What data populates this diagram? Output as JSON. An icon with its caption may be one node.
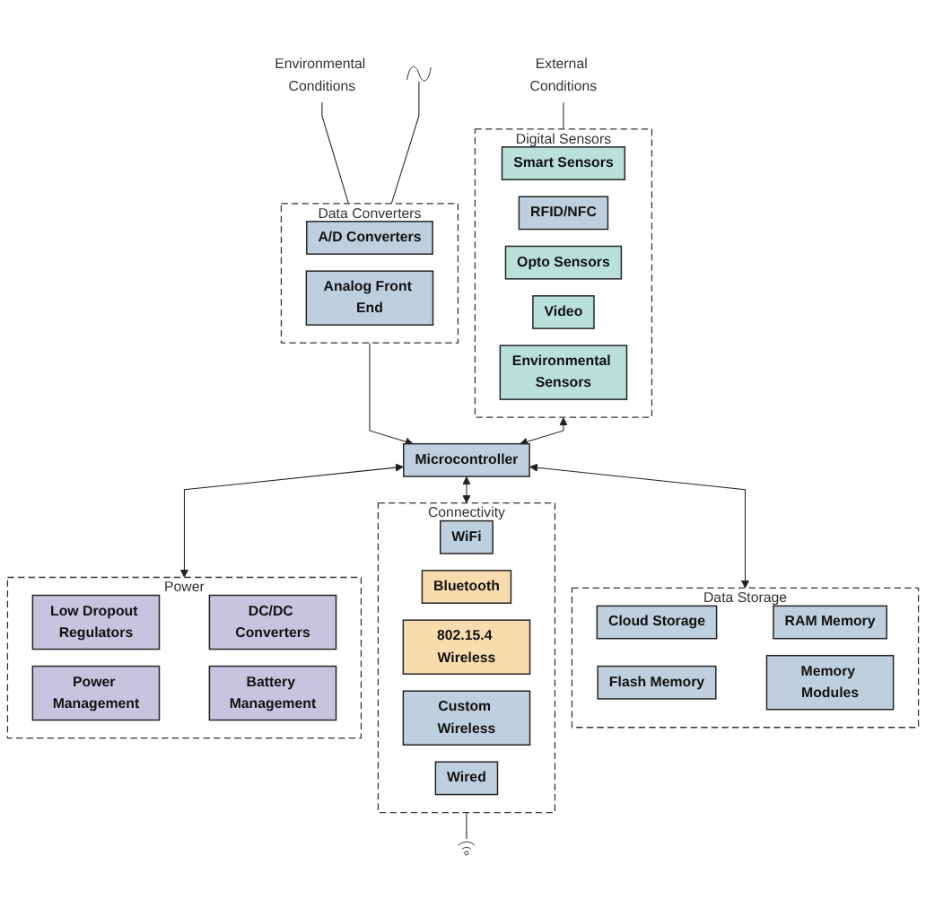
{
  "diagram": {
    "nodes": [
      {
        "text": [
          "External Conditions"
        ]
      },
      {
        "text": [
          "Environmental Conditions"
        ]
      },
      {
        "text": [],
        "shape": "picture"
      },
      {
        "text": [
          "Digital Sensors"
        ]
      },
      {
        "text": [
          "Smart Sensors"
        ],
        "in": 3
      },
      {
        "text": [
          "RFID/NFC"
        ],
        "in": 3
      },
      {
        "text": [
          "Opto Sensors"
        ],
        "in": 3
      },
      {
        "text": [
          "Video"
        ],
        "in": 3
      },
      {
        "text": [
          "Environmental Sensors"
        ],
        "in": 3
      },
      {
        "text": [
          "Data Converters"
        ]
      },
      {
        "text": [
          "A/D Converters"
        ],
        "in": 9
      },
      {
        "text": [
          "Analog Front End"
        ],
        "in": 9
      },
      {
        "text": [
          "Data Storage"
        ]
      },
      {
        "text": [
          "Cloud Storage"
        ],
        "in": 12
      },
      {
        "text": [
          "RAM Memory"
        ],
        "in": 12
      },
      {
        "text": [
          "Flash Memory"
        ],
        "in": 12
      },
      {
        "text": [
          "Memory Modules"
        ],
        "in": 12
      },
      {
        "text": [
          "Microcontroller"
        ]
      },
      {
        "text": [
          "Connectivity"
        ]
      },
      {
        "text": [
          "WiFi"
        ],
        "in": 18
      },
      {
        "text": [
          "Bluetooth"
        ],
        "in": 18
      },
      {
        "text": [
          "802.15.4 Wireless"
        ],
        "in": 18
      },
      {
        "text": [
          "Custom Wireless"
        ],
        "in": 18
      },
      {
        "text": [
          "Wired"
        ],
        "in": 18
      },
      {
        "text": [],
        "shape": "picture"
      },
      {
        "text": [
          "Power"
        ]
      },
      {
        "text": [
          "Low Dropout Regulators"
        ],
        "in": 25
      },
      {
        "text": [
          "DC/DC Converters"
        ],
        "in": 25
      },
      {
        "text": [
          "Power Management"
        ],
        "in": 25
      },
      {
        "text": [
          "Battery Management"
        ],
        "in": 25
      }
    ],
    "edges": [
      {
        "from": 0,
        "to": 3,
        "arrow": "none"
      },
      {
        "from": 1,
        "to": 9,
        "arrow": "none"
      },
      {
        "from": 2,
        "to": 9,
        "arrow": "none"
      },
      {
        "from": 9,
        "to": 17,
        "arrow": "to"
      },
      {
        "from": 17,
        "to": 12,
        "arrow": "both"
      },
      {
        "from": 3,
        "to": 17,
        "arrow": "both"
      },
      {
        "from": 17,
        "to": 18,
        "arrow": "both"
      },
      {
        "from": 18,
        "to": 24,
        "arrow": "none"
      },
      {
        "from": 17,
        "to": 25,
        "arrow": "both"
      }
    ]
  }
}
